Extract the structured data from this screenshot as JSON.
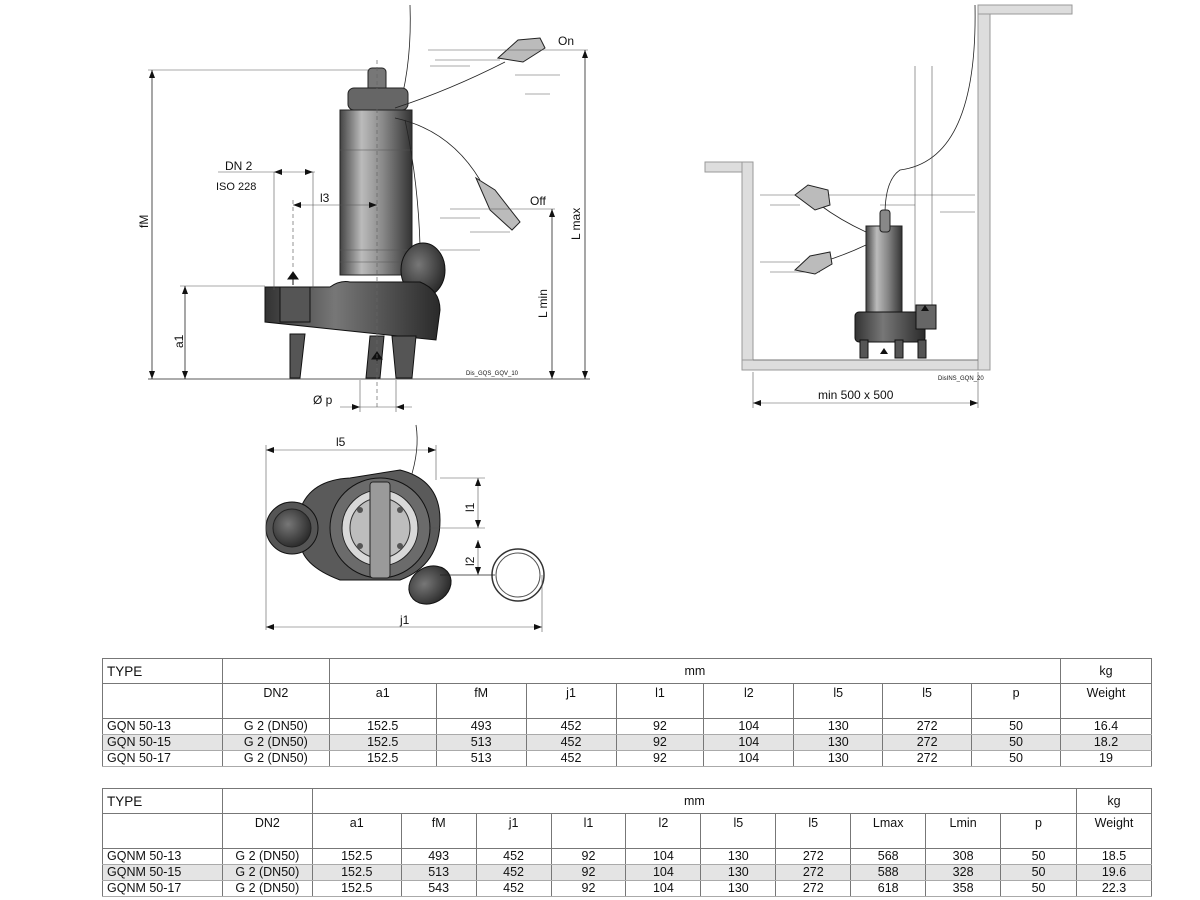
{
  "drawing_labels": {
    "on": "On",
    "off": "Off",
    "dn2": "DN 2",
    "iso": "ISO 228",
    "fm": "fM",
    "a1": "a1",
    "l3": "l3",
    "lmax": "L max",
    "lmin": "L min",
    "dp": "Ø p",
    "ref_main": "Dis_GQS_GQV_10",
    "l5": "l5",
    "l1": "l1",
    "l2": "l2",
    "j1": "j1",
    "min_sump": "min 500 x 500",
    "ref_install": "DisINS_GQN_20"
  },
  "table1": {
    "type_label": "TYPE",
    "mm_label": "mm",
    "kg_label": "kg",
    "columns": [
      "DN2",
      "a1",
      "fM",
      "j1",
      "l1",
      "l2",
      "l5",
      "l5",
      "p",
      "Weight"
    ],
    "rows": [
      [
        "GQN 50-13",
        "G 2 (DN50)",
        "152.5",
        "493",
        "452",
        "92",
        "104",
        "130",
        "272",
        "50",
        "16.4"
      ],
      [
        "GQN 50-15",
        "G 2 (DN50)",
        "152.5",
        "513",
        "452",
        "92",
        "104",
        "130",
        "272",
        "50",
        "18.2"
      ],
      [
        "GQN 50-17",
        "G 2 (DN50)",
        "152.5",
        "513",
        "452",
        "92",
        "104",
        "130",
        "272",
        "50",
        "19"
      ]
    ]
  },
  "table2": {
    "type_label": "TYPE",
    "mm_label": "mm",
    "kg_label": "kg",
    "columns": [
      "DN2",
      "a1",
      "fM",
      "j1",
      "l1",
      "l2",
      "l5",
      "l5",
      "Lmax",
      "Lmin",
      "p",
      "Weight"
    ],
    "rows": [
      [
        "GQNM 50-13",
        "G 2 (DN50)",
        "152.5",
        "493",
        "452",
        "92",
        "104",
        "130",
        "272",
        "568",
        "308",
        "50",
        "18.5"
      ],
      [
        "GQNM 50-15",
        "G 2 (DN50)",
        "152.5",
        "513",
        "452",
        "92",
        "104",
        "130",
        "272",
        "588",
        "328",
        "50",
        "19.6"
      ],
      [
        "GQNM 50-17",
        "G 2 (DN50)",
        "152.5",
        "543",
        "452",
        "92",
        "104",
        "130",
        "272",
        "618",
        "358",
        "50",
        "22.3"
      ]
    ]
  }
}
